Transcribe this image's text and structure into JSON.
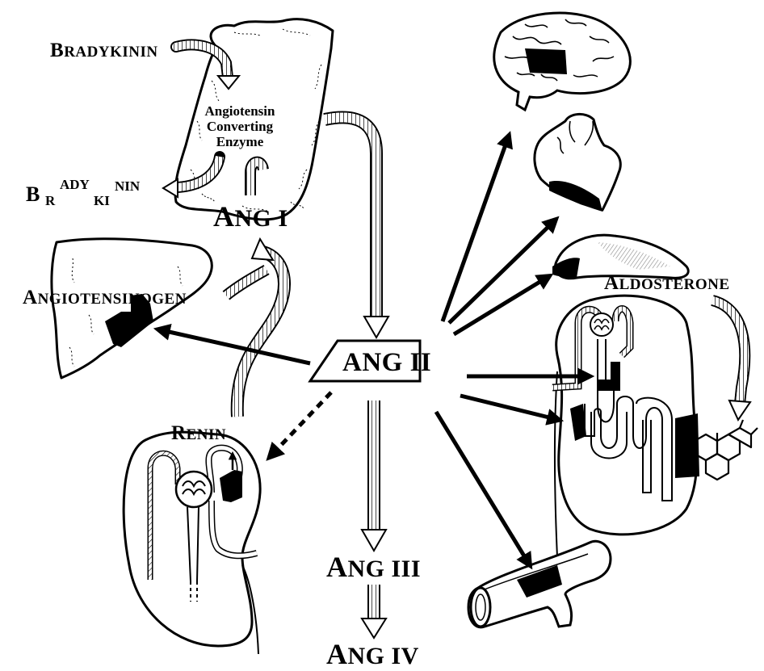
{
  "labels": {
    "bradykinin_in": {
      "first": "B",
      "rest": "RADYKININ"
    },
    "bradykinin_out": {
      "p1": "B",
      "p2": "R",
      "p3": "ADY",
      "p4": "KI",
      "p5": "NIN"
    },
    "ace_line1": "Angiotensin",
    "ace_line2": "Converting",
    "ace_line3": "Enzyme",
    "ang1": {
      "first": "A",
      "rest": "NG I"
    },
    "ang2": "ANG II",
    "ang3": {
      "first": "A",
      "rest": "NG III"
    },
    "ang4": {
      "first": "A",
      "rest": "NG IV"
    },
    "angiotensinogen": {
      "first": "A",
      "rest": "NGIOTENSINOGEN"
    },
    "renin": {
      "first": "R",
      "rest": "ENIN"
    },
    "aldosterone": {
      "first": "A",
      "rest": "LDOSTERONE"
    }
  },
  "colors": {
    "ink": "#000000",
    "paper": "#ffffff",
    "stipple": "#9a9a9a"
  }
}
